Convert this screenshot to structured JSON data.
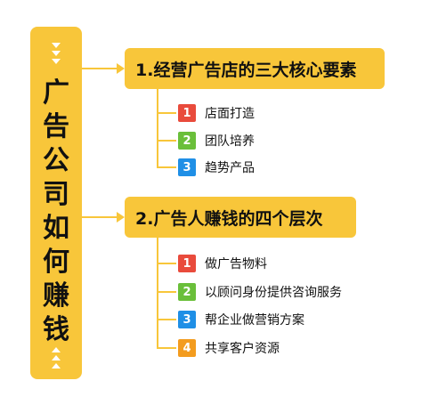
{
  "title": "广告公司如何赚钱",
  "title_chars": [
    "广",
    "告",
    "公",
    "司",
    "如",
    "何",
    "赚",
    "钱"
  ],
  "colors": {
    "accent": "#f8c63a",
    "num1": "#e94b3c",
    "num2": "#6abf3a",
    "num3": "#1f8fe6",
    "num4": "#f39c1f"
  },
  "sections": [
    {
      "label": "1.经营广告店的三大核心要素",
      "items": [
        {
          "num": "1",
          "text": "店面打造"
        },
        {
          "num": "2",
          "text": "团队培养"
        },
        {
          "num": "3",
          "text": "趋势产品"
        }
      ]
    },
    {
      "label": "2.广告人赚钱的四个层次",
      "items": [
        {
          "num": "1",
          "text": "做广告物料"
        },
        {
          "num": "2",
          "text": "以顾问身份提供咨询服务"
        },
        {
          "num": "3",
          "text": "帮企业做营销方案"
        },
        {
          "num": "4",
          "text": "共享客户资源"
        }
      ]
    }
  ]
}
